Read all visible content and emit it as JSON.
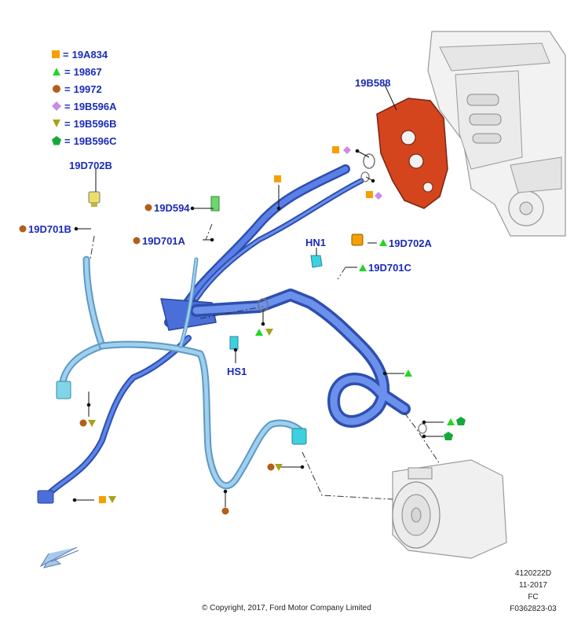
{
  "legend": [
    {
      "symbol": "orange-square",
      "color": "#f5a000",
      "code": "19A834"
    },
    {
      "symbol": "green-triangle",
      "color": "#22d622",
      "code": "19867"
    },
    {
      "symbol": "brown-circle",
      "color": "#b35e1a",
      "code": "19972"
    },
    {
      "symbol": "purple-diamond",
      "color": "#c98be8",
      "code": "19B596A"
    },
    {
      "symbol": "olive-down-triangle",
      "color": "#a6a21a",
      "code": "19B596B"
    },
    {
      "symbol": "green-pentagon",
      "color": "#16a83a",
      "code": "19B596C"
    }
  ],
  "legend_eq": "=",
  "callouts": {
    "c19B588": "19B588",
    "c19D702B": "19D702B",
    "c19D594": "19D594",
    "c19D701B": "19D701B",
    "c19D701A": "19D701A",
    "cHN1": "HN1",
    "c19D702A": "19D702A",
    "c19D701C": "19D701C",
    "cHS1": "HS1"
  },
  "footer": {
    "copyright": "© Copyright, 2017, Ford Motor Company Limited",
    "doc_id": "4120222D",
    "date": "11-2017",
    "code": "FC",
    "figure": "F0362823-03"
  },
  "colors": {
    "callout_text": "#1a2bb8",
    "pipe_dark": "#3b5fd0",
    "pipe_light": "#8cc4e6",
    "gasket": "#d4451e"
  }
}
